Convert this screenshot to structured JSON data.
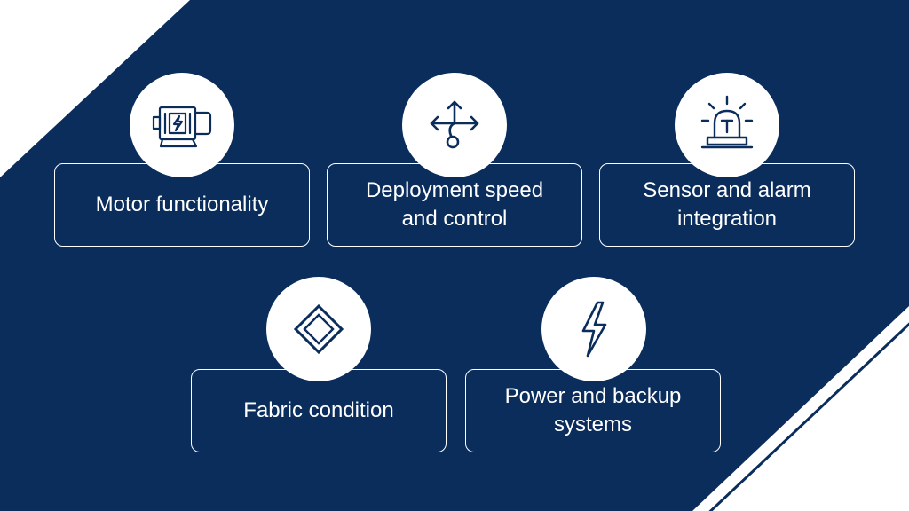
{
  "colors": {
    "background": "#ffffff",
    "panel": "#0a2d5c",
    "accent": "#ffffff",
    "icon_stroke": "#0a2d5c"
  },
  "items": [
    {
      "label": "Motor functionality",
      "icon": "electric-motor-icon"
    },
    {
      "label": "Deployment speed\nand control",
      "icon": "direction-arrows-icon"
    },
    {
      "label": "Sensor and alarm\nintegration",
      "icon": "siren-alarm-icon"
    },
    {
      "label": "Fabric condition",
      "icon": "diamond-icon"
    },
    {
      "label": "Power and backup\nsystems",
      "icon": "lightning-bolt-icon"
    }
  ]
}
